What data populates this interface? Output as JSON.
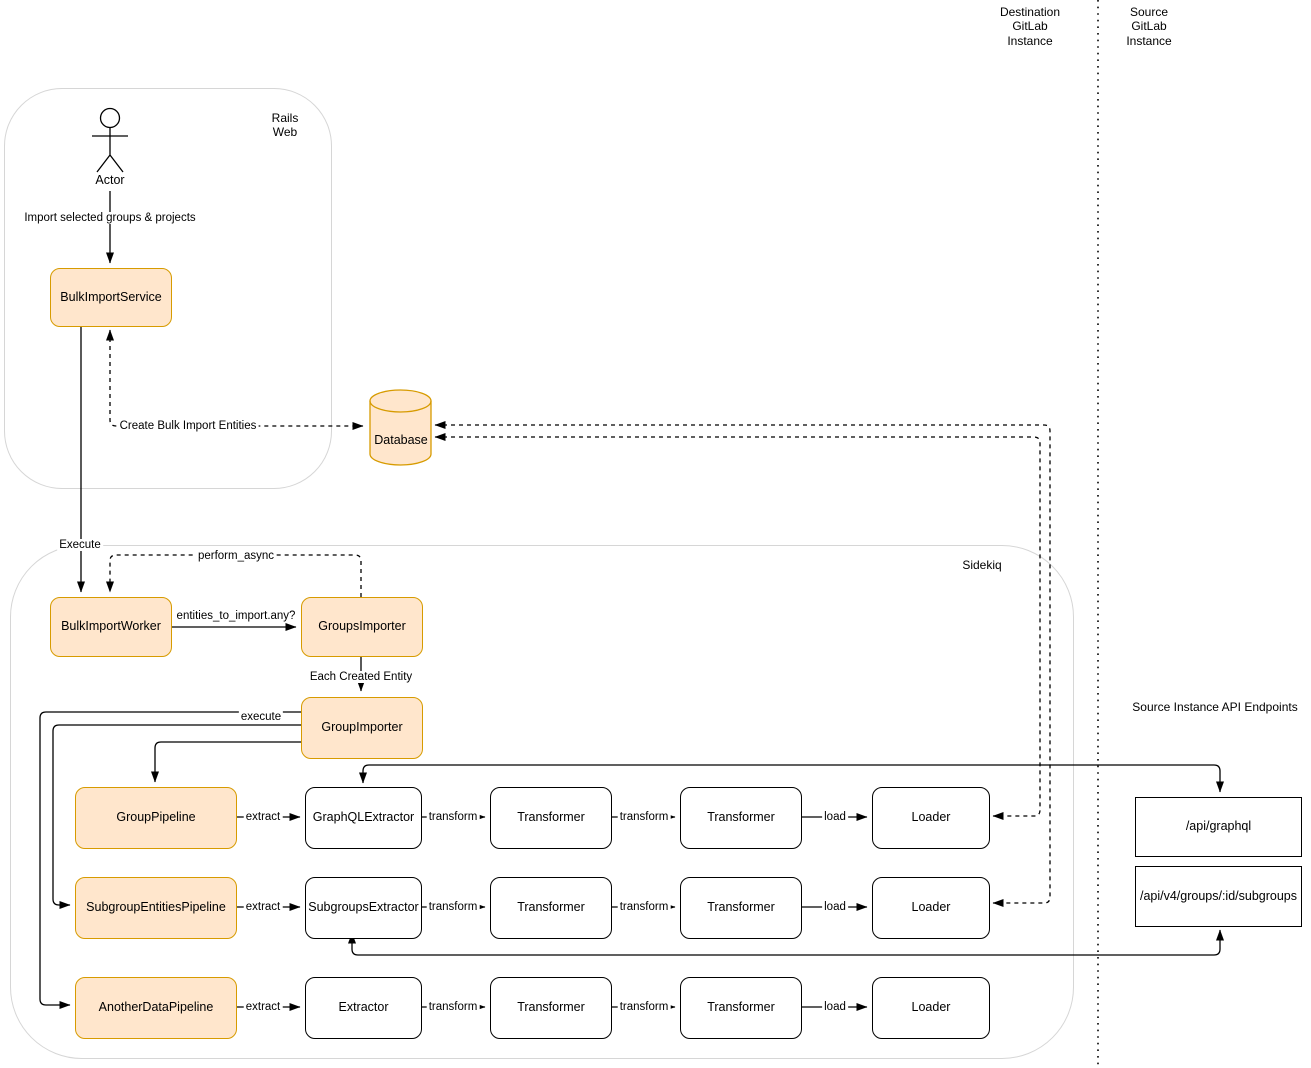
{
  "regions": {
    "destination_label": "Destination\nGitLab\nInstance",
    "source_label": "Source\nGitLab\nInstance",
    "rails_label": "Rails\nWeb",
    "sidekiq_label": "Sidekiq",
    "api_endpoints_title": "Source Instance API Endpoints"
  },
  "actor": {
    "label": "Actor"
  },
  "nodes": {
    "bulk_import_service": "BulkImportService",
    "database": "Database",
    "bulk_import_worker": "BulkImportWorker",
    "groups_importer": "GroupsImporter",
    "group_importer": "GroupImporter",
    "group_pipeline": "GroupPipeline",
    "graphql_extractor": "GraphQLExtractor",
    "subgroup_entities_pipeline": "SubgroupEntitiesPipeline",
    "subgroups_extractor": "SubgroupsExtractor",
    "another_data_pipeline": "AnotherDataPipeline",
    "extractor": "Extractor",
    "transformer": "Transformer",
    "loader": "Loader",
    "api_graphql": "/api/graphql",
    "api_subgroups": "/api/v4/groups/:id/subgroups"
  },
  "edge_labels": {
    "import_selected": "Import selected groups & projects",
    "create_entities": "Create Bulk Import Entities",
    "execute": "Execute",
    "perform_async": "perform_async",
    "entities_to_import": "entities_to_import.any?",
    "each_created_entity": "Each Created Entity",
    "group_importer_execute": "execute",
    "extract": "extract",
    "transform": "transform",
    "load": "load"
  },
  "colors": {
    "node_fill": "#FFE6CC",
    "node_border": "#D79B00",
    "line": "#000000",
    "container_border": "#D6D6D6"
  }
}
